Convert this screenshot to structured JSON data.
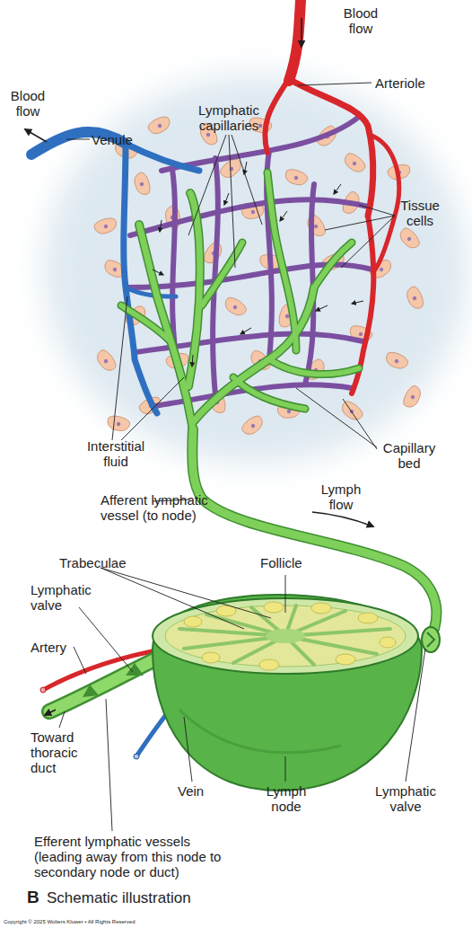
{
  "diagram": {
    "caption": "Schematic illustration",
    "labels": [
      "Blood flow",
      "Arteriole",
      "Blood flow",
      "Venule",
      "Lymphatic capillaries",
      "Tissue cells",
      "Interstitial fluid",
      "Capillary bed",
      "Lymph flow",
      "Afferent lymphatic vessel (to node)",
      "Trabeculae",
      "Follicle",
      "Lymphatic valve",
      "Artery",
      "Toward thoracic duct",
      "Vein",
      "Lymph node",
      "Lymphatic valve",
      "Efferent lymphatic vessels (leading away from this node to secondary node or duct)",
      "B",
      "Copyright © 2025 Wolters Kluwer • All Rights Reserved"
    ]
  }
}
